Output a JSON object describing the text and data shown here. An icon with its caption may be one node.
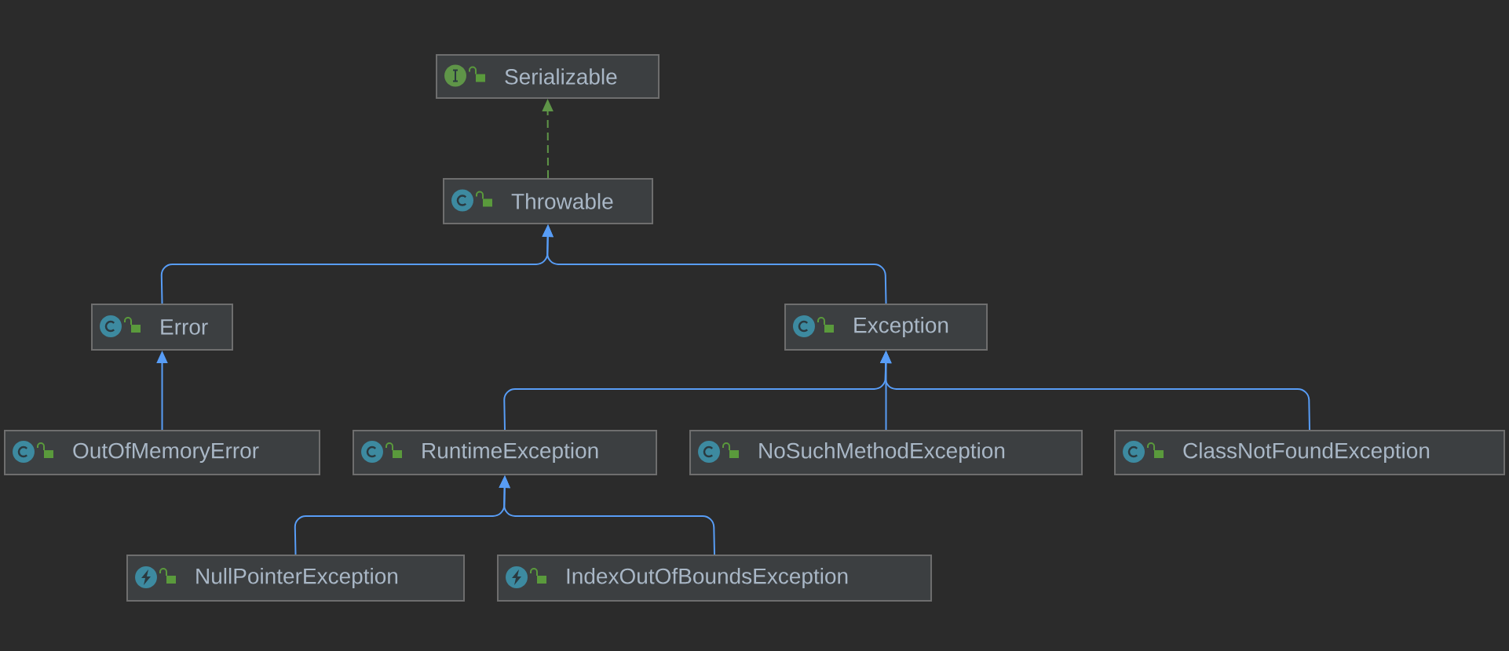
{
  "diagram": {
    "nodes": [
      {
        "text": [
          "Serializable"
        ]
      },
      {
        "text": [
          "Throwable"
        ]
      },
      {
        "text": [
          "Error"
        ]
      },
      {
        "text": [
          "Exception"
        ]
      },
      {
        "text": [
          "OutOfMemoryError"
        ]
      },
      {
        "text": [
          "RuntimeException"
        ]
      },
      {
        "text": [
          "NoSuchMethodException"
        ]
      },
      {
        "text": [
          "ClassNotFoundException"
        ]
      },
      {
        "text": [
          "NullPointerException"
        ]
      },
      {
        "text": [
          "IndexOutOfBoundsException"
        ]
      }
    ],
    "edges": [
      {
        "from": 1,
        "to": 0,
        "arrow": "to",
        "style": "dashed",
        "color": "#5f9548"
      },
      {
        "from": 2,
        "to": 1,
        "arrow": "to"
      },
      {
        "from": 3,
        "to": 1,
        "arrow": "to"
      },
      {
        "from": 4,
        "to": 2,
        "arrow": "to"
      },
      {
        "from": 5,
        "to": 3,
        "arrow": "to"
      },
      {
        "from": 6,
        "to": 3,
        "arrow": "to"
      },
      {
        "from": 7,
        "to": 3,
        "arrow": "to"
      },
      {
        "from": 8,
        "to": 5,
        "arrow": "to"
      },
      {
        "from": 9,
        "to": 5,
        "arrow": "to"
      }
    ]
  }
}
